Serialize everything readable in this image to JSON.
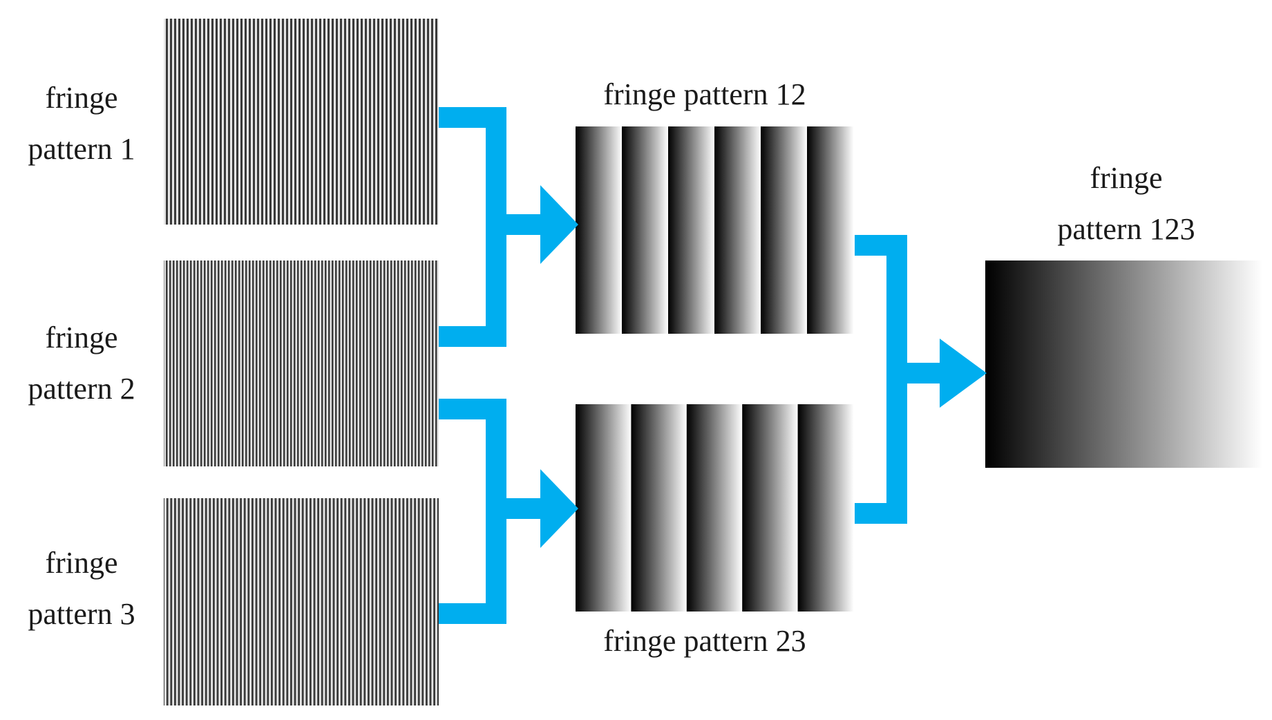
{
  "labels": {
    "p1": {
      "line1": "fringe",
      "line2": "pattern 1"
    },
    "p2": {
      "line1": "fringe",
      "line2": "pattern 2"
    },
    "p3": {
      "line1": "fringe",
      "line2": "pattern 3"
    },
    "p12": "fringe pattern 12",
    "p23": "fringe pattern 23",
    "p123": {
      "line1": "fringe",
      "line2": "pattern 123"
    }
  },
  "colors": {
    "arrow": "#00AEEF",
    "fringe_dark": "#000000",
    "fringe_light": "#ffffff",
    "fine_fringe_bg": "#9a9a9a"
  },
  "fringe_periods": {
    "pattern_12": 6,
    "pattern_23": 5,
    "pattern_123": 1
  }
}
